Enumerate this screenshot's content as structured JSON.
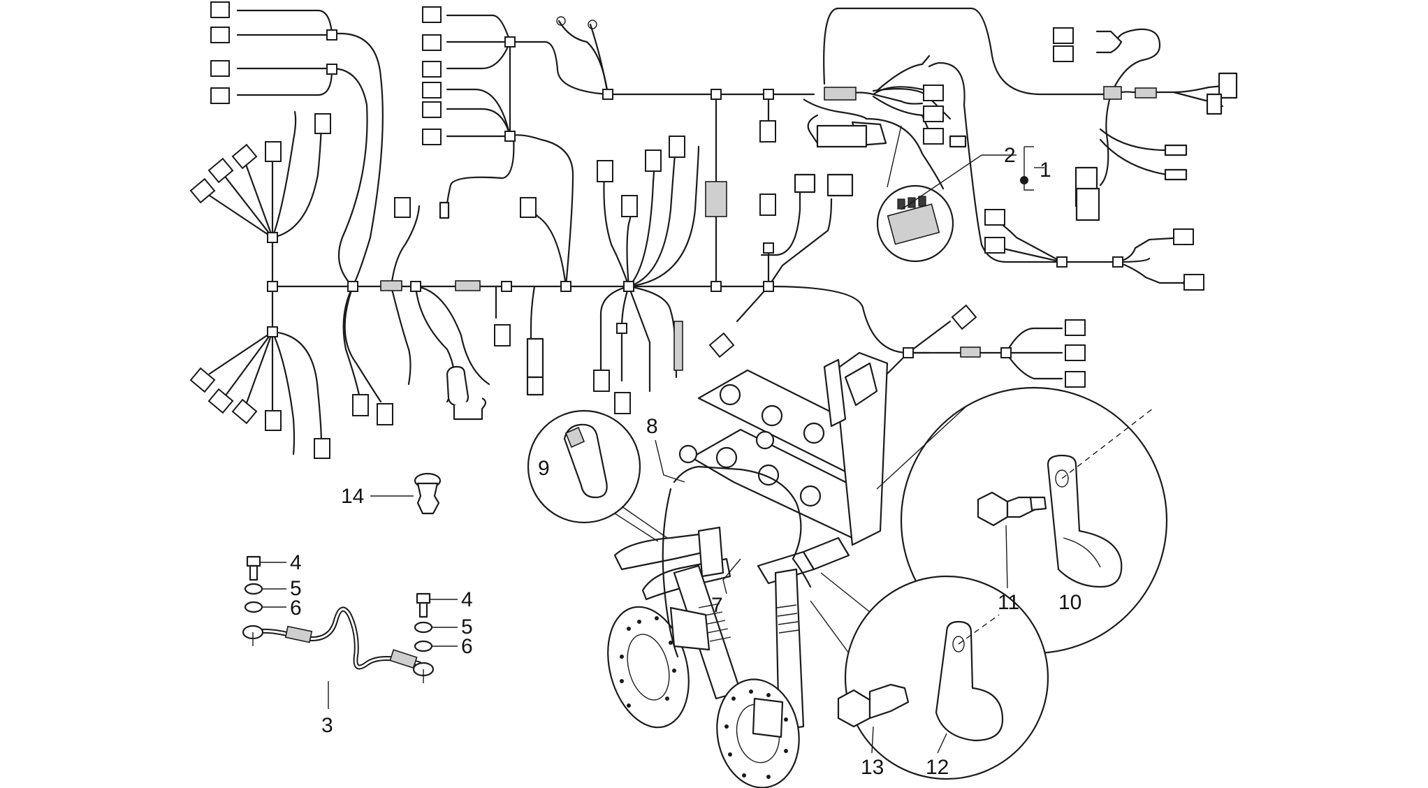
{
  "callouts": {
    "n1": "1",
    "n2": "2",
    "n3": "3",
    "n4a": "4",
    "n4b": "4",
    "n5a": "5",
    "n5b": "5",
    "n6a": "6",
    "n6b": "6",
    "n7": "7",
    "n8": "8",
    "n9": "9",
    "n10": "10",
    "n11": "11",
    "n12": "12",
    "n13": "13",
    "n14": "14"
  },
  "icons": {
    "connector_tag": "blank-rectangle-tag",
    "junction": "square-node",
    "bolt": "flange-bolt-icon",
    "clamp": "p-clamp-icon",
    "cable_tie": "cable-tie-icon",
    "push_rivet": "push-rivet-icon"
  }
}
